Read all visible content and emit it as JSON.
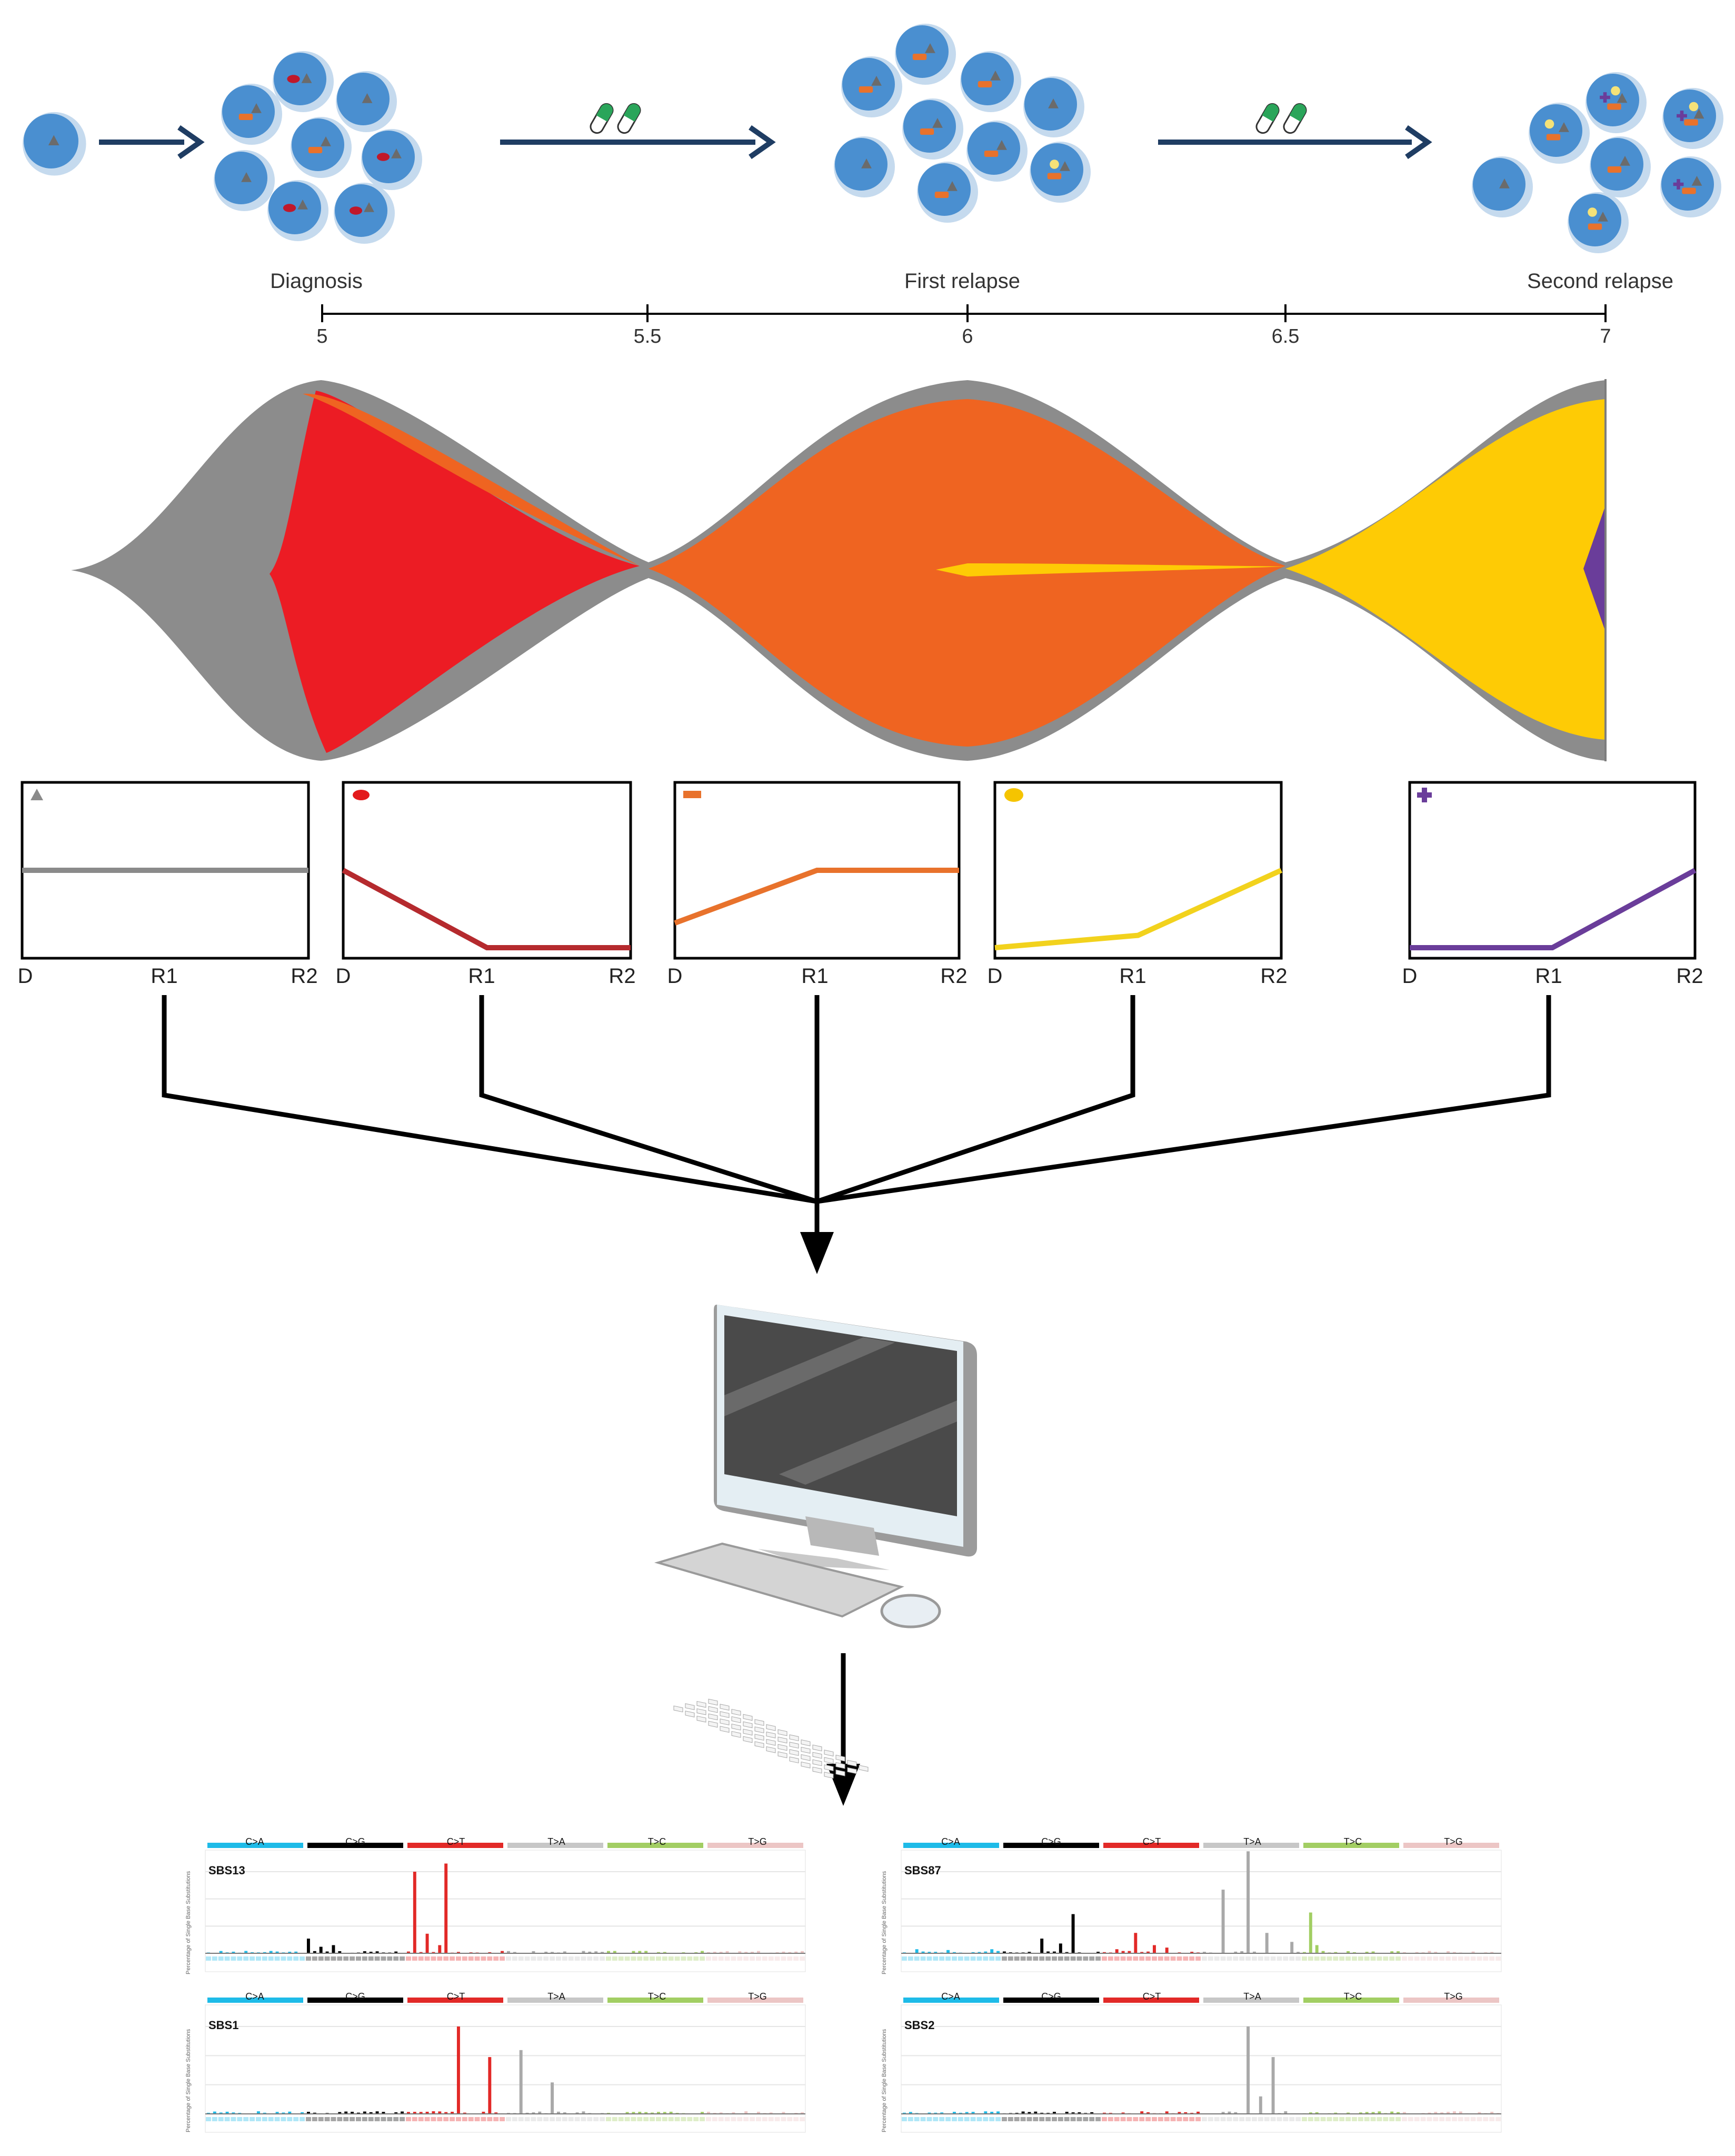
{
  "stages": [
    "Diagnosis",
    "First relapse",
    "Second relapse"
  ],
  "timeline_ticks": [
    "5",
    "5.5",
    "6",
    "6.5",
    "7"
  ],
  "clone_panels": [
    {
      "id": "triangle",
      "color": "#8a8a8a",
      "marker": "triangle",
      "values": [
        0.5,
        0.5,
        0.5
      ]
    },
    {
      "id": "red",
      "color": "#b52a2e",
      "marker": "oval",
      "values": [
        0.5,
        0.06,
        0.06
      ]
    },
    {
      "id": "orange",
      "color": "#e8722c",
      "marker": "rect",
      "values": [
        0.2,
        0.5,
        0.5
      ]
    },
    {
      "id": "yellow",
      "color": "#f2d21d",
      "marker": "hex",
      "values": [
        0.06,
        0.13,
        0.5
      ]
    },
    {
      "id": "purple",
      "color": "#6a3d9a",
      "marker": "cross",
      "values": [
        0.06,
        0.06,
        0.5
      ]
    }
  ],
  "panel_axis_labels": [
    "D",
    "R1",
    "R2"
  ],
  "signature_categories": [
    "C>A",
    "C>G",
    "C>T",
    "T>A",
    "T>C",
    "T>G"
  ],
  "signature_colors": [
    "#1ebbe8",
    "#000000",
    "#e22927",
    "#c7c7c7",
    "#a2ce63",
    "#ecc6c5"
  ],
  "signatures": [
    {
      "name": "SBS13",
      "y_label": "Percentage of Single Base Substitutions"
    },
    {
      "name": "SBS87",
      "y_label": "Percentage of Single Base Substitutions"
    },
    {
      "name": "SBS1",
      "y_label": "Percentage of Single Base Substitutions"
    },
    {
      "name": "SBS2",
      "y_label": "Percentage of Single Base Substitutions"
    }
  ],
  "fish_colors": {
    "grey": "#8c8c8c",
    "red": "#ec1c24",
    "orange": "#ef6421",
    "yellow": "#fecb05",
    "purple": "#6a3d9a"
  },
  "cell_colors": {
    "body": "#4a8fd0",
    "halo": "#c5daee",
    "arrow": "#1f3d63"
  }
}
